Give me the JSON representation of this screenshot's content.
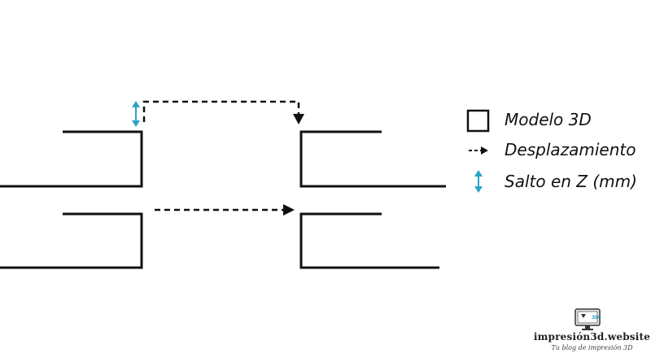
{
  "legend": {
    "model": {
      "label": "Modelo 3D",
      "icon": "square-outline-icon"
    },
    "travel": {
      "label": "Desplazamiento",
      "icon": "dashed-arrow-icon"
    },
    "zhop": {
      "label": "Salto en Z (mm)",
      "icon": "vertical-double-arrow-icon",
      "color": "#2aa3c7"
    }
  },
  "logo": {
    "title": "impresión3d.website",
    "tagline": "Tu blog de impresión 3D",
    "icon": "3d-printer-monitor-icon"
  },
  "colors": {
    "line": "#111111",
    "zhop_arrow": "#2aa3c7",
    "background": "#ffffff"
  }
}
